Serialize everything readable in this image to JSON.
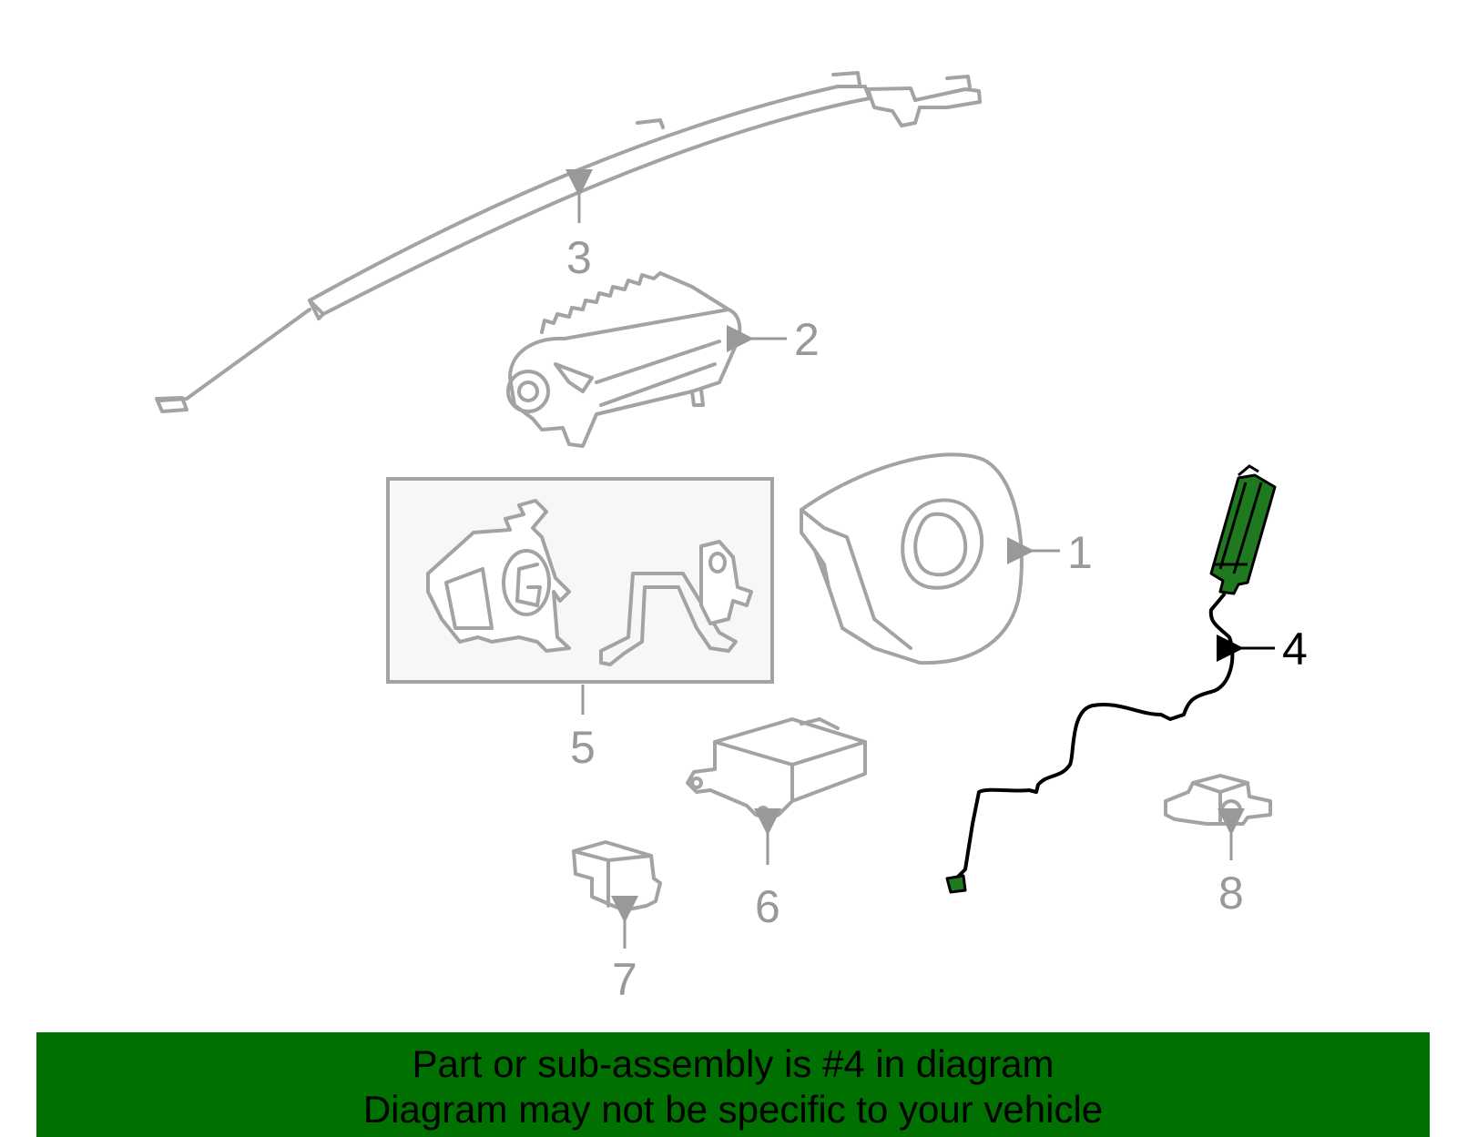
{
  "colors": {
    "highlight": "#1f7a1f",
    "banner": "#007000",
    "parts": "#a3a3a3"
  },
  "callouts": {
    "c1": "1",
    "c2": "2",
    "c3": "3",
    "c4": "4",
    "c5": "5",
    "c6": "6",
    "c7": "7",
    "c8": "8"
  },
  "highlighted_part": "4",
  "banner": {
    "line1": "Part or sub-assembly is #4 in diagram",
    "line2": "Diagram may not be specific to your vehicle"
  }
}
